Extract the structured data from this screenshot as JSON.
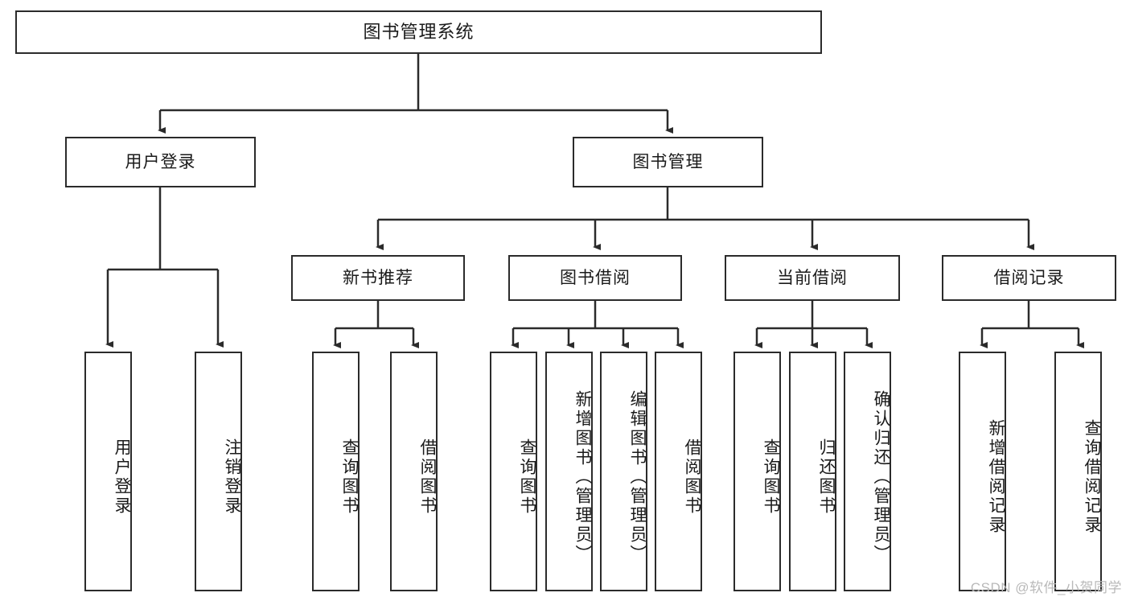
{
  "diagram": {
    "title": "图书管理系统",
    "type": "tree-hierarchy",
    "orientation": "top-down",
    "colors": {
      "box_border": "#2b2b2b",
      "box_fill": "#ffffff",
      "connector": "#333333",
      "text": "#1a1a1a",
      "watermark": "#b9b9b9",
      "background": "#ffffff"
    },
    "root": {
      "label": "图书管理系统"
    },
    "level1": [
      {
        "id": "user-login",
        "label": "用户登录"
      },
      {
        "id": "book-management",
        "label": "图书管理"
      }
    ],
    "level2": [
      {
        "id": "new-book-recommend",
        "label": "新书推荐",
        "parent": "book-management"
      },
      {
        "id": "book-borrow",
        "label": "图书借阅",
        "parent": "book-management"
      },
      {
        "id": "current-borrow",
        "label": "当前借阅",
        "parent": "book-management"
      },
      {
        "id": "borrow-record",
        "label": "借阅记录",
        "parent": "book-management"
      }
    ],
    "leaves": {
      "user_login": [
        {
          "id": "leaf-user-login",
          "label": "用户登录"
        },
        {
          "id": "leaf-user-logout",
          "label": "注销登录"
        }
      ],
      "new_book_recommend": [
        {
          "id": "leaf-query-book-1",
          "label": "查询图书"
        },
        {
          "id": "leaf-borrow-book-1",
          "label": "借阅图书"
        }
      ],
      "book_borrow": [
        {
          "id": "leaf-query-book-2",
          "label": "查询图书"
        },
        {
          "id": "leaf-add-book",
          "label": "新增图书（管理员）"
        },
        {
          "id": "leaf-edit-book",
          "label": "编辑图书（管理员）"
        },
        {
          "id": "leaf-borrow-book-2",
          "label": "借阅图书"
        }
      ],
      "current_borrow": [
        {
          "id": "leaf-query-book-3",
          "label": "查询图书"
        },
        {
          "id": "leaf-return-book",
          "label": "归还图书"
        },
        {
          "id": "leaf-confirm-return",
          "label": "确认归还（管理员）"
        }
      ],
      "borrow_record": [
        {
          "id": "leaf-add-record",
          "label": "新增借阅记录"
        },
        {
          "id": "leaf-query-record",
          "label": "查询借阅记录"
        }
      ]
    }
  },
  "watermark": {
    "text": "CSDN @软件_小贺同学"
  }
}
